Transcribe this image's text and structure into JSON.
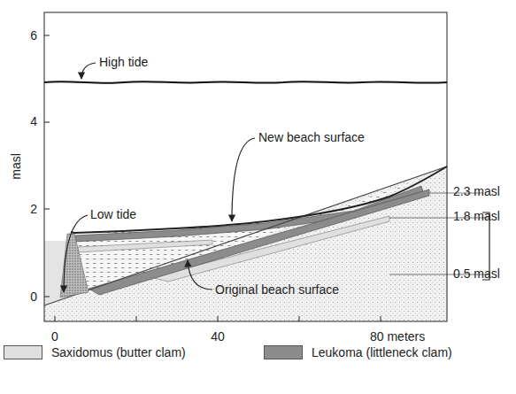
{
  "diagram": {
    "labels": [
      "High tide",
      "Low tide",
      "New beach surface",
      "Original beach surface",
      "2.3 masl",
      "1.8 masl",
      "0.5 masl",
      "masl",
      "6",
      "4",
      "2",
      "0",
      "0",
      "40",
      "80 meters"
    ],
    "legend": [
      {
        "text": "Saxidomus (butter clam)",
        "color": "#e0e0e0"
      },
      {
        "text": "Leukoma (littleneck clam)",
        "color": "#8c8c8c"
      }
    ]
  }
}
